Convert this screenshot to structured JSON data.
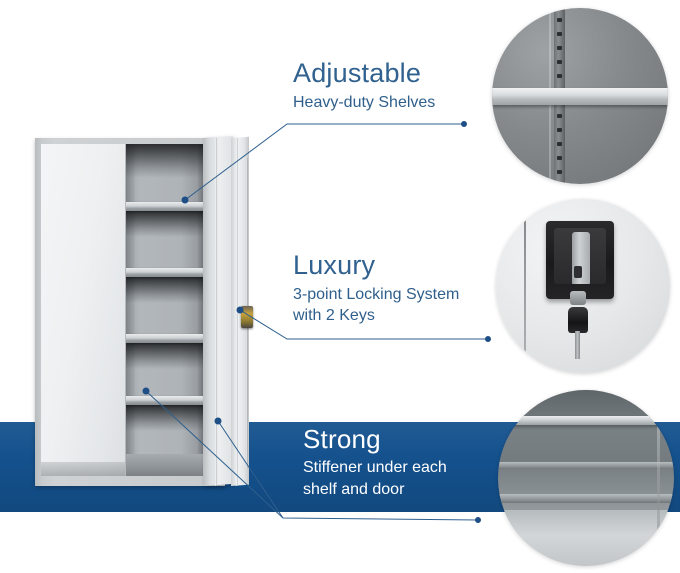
{
  "page": {
    "type": "product-feature-infographic",
    "background_color": "#ffffff",
    "banner_color": "#14518d",
    "heading_color": "#30618f",
    "subtext_color": "#2f5f8c",
    "line_color": "#2e5f8e"
  },
  "features": [
    {
      "id": "adjustable",
      "heading": "Adjustable",
      "subtext": "Heavy-duty Shelves",
      "detail_image": "shelf-closeup-circle"
    },
    {
      "id": "luxury",
      "heading": "Luxury",
      "subtext_line1": "3-point Locking System",
      "subtext_line2": "with 2 Keys",
      "detail_image": "lock-closeup-circle"
    },
    {
      "id": "strong",
      "heading": "Strong",
      "subtext_line1": "Stiffener under each",
      "subtext_line2": "shelf and door",
      "detail_image": "stiffener-closeup-circle"
    }
  ],
  "product": {
    "name": "steel-storage-cabinet",
    "shelf_count": 4,
    "door_count": 2
  }
}
